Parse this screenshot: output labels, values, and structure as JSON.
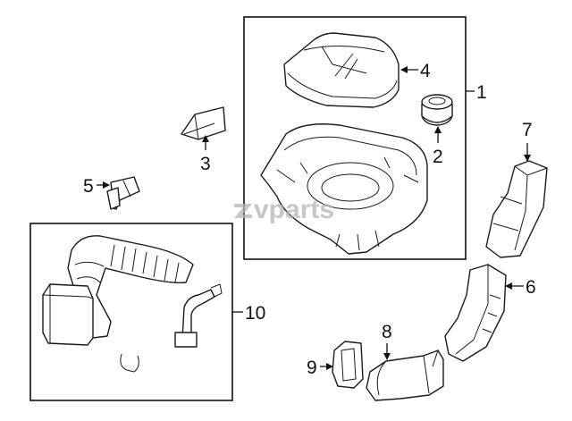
{
  "callouts": {
    "c1": "1",
    "c2": "2",
    "c3": "3",
    "c4": "4",
    "c5": "5",
    "c6": "6",
    "c7": "7",
    "c8": "8",
    "c9": "9",
    "c10": "10"
  },
  "watermark": "vparts",
  "colors": {
    "line": "#1a1a1a",
    "watermark": "#b4b4b4",
    "background": "#ffffff"
  }
}
